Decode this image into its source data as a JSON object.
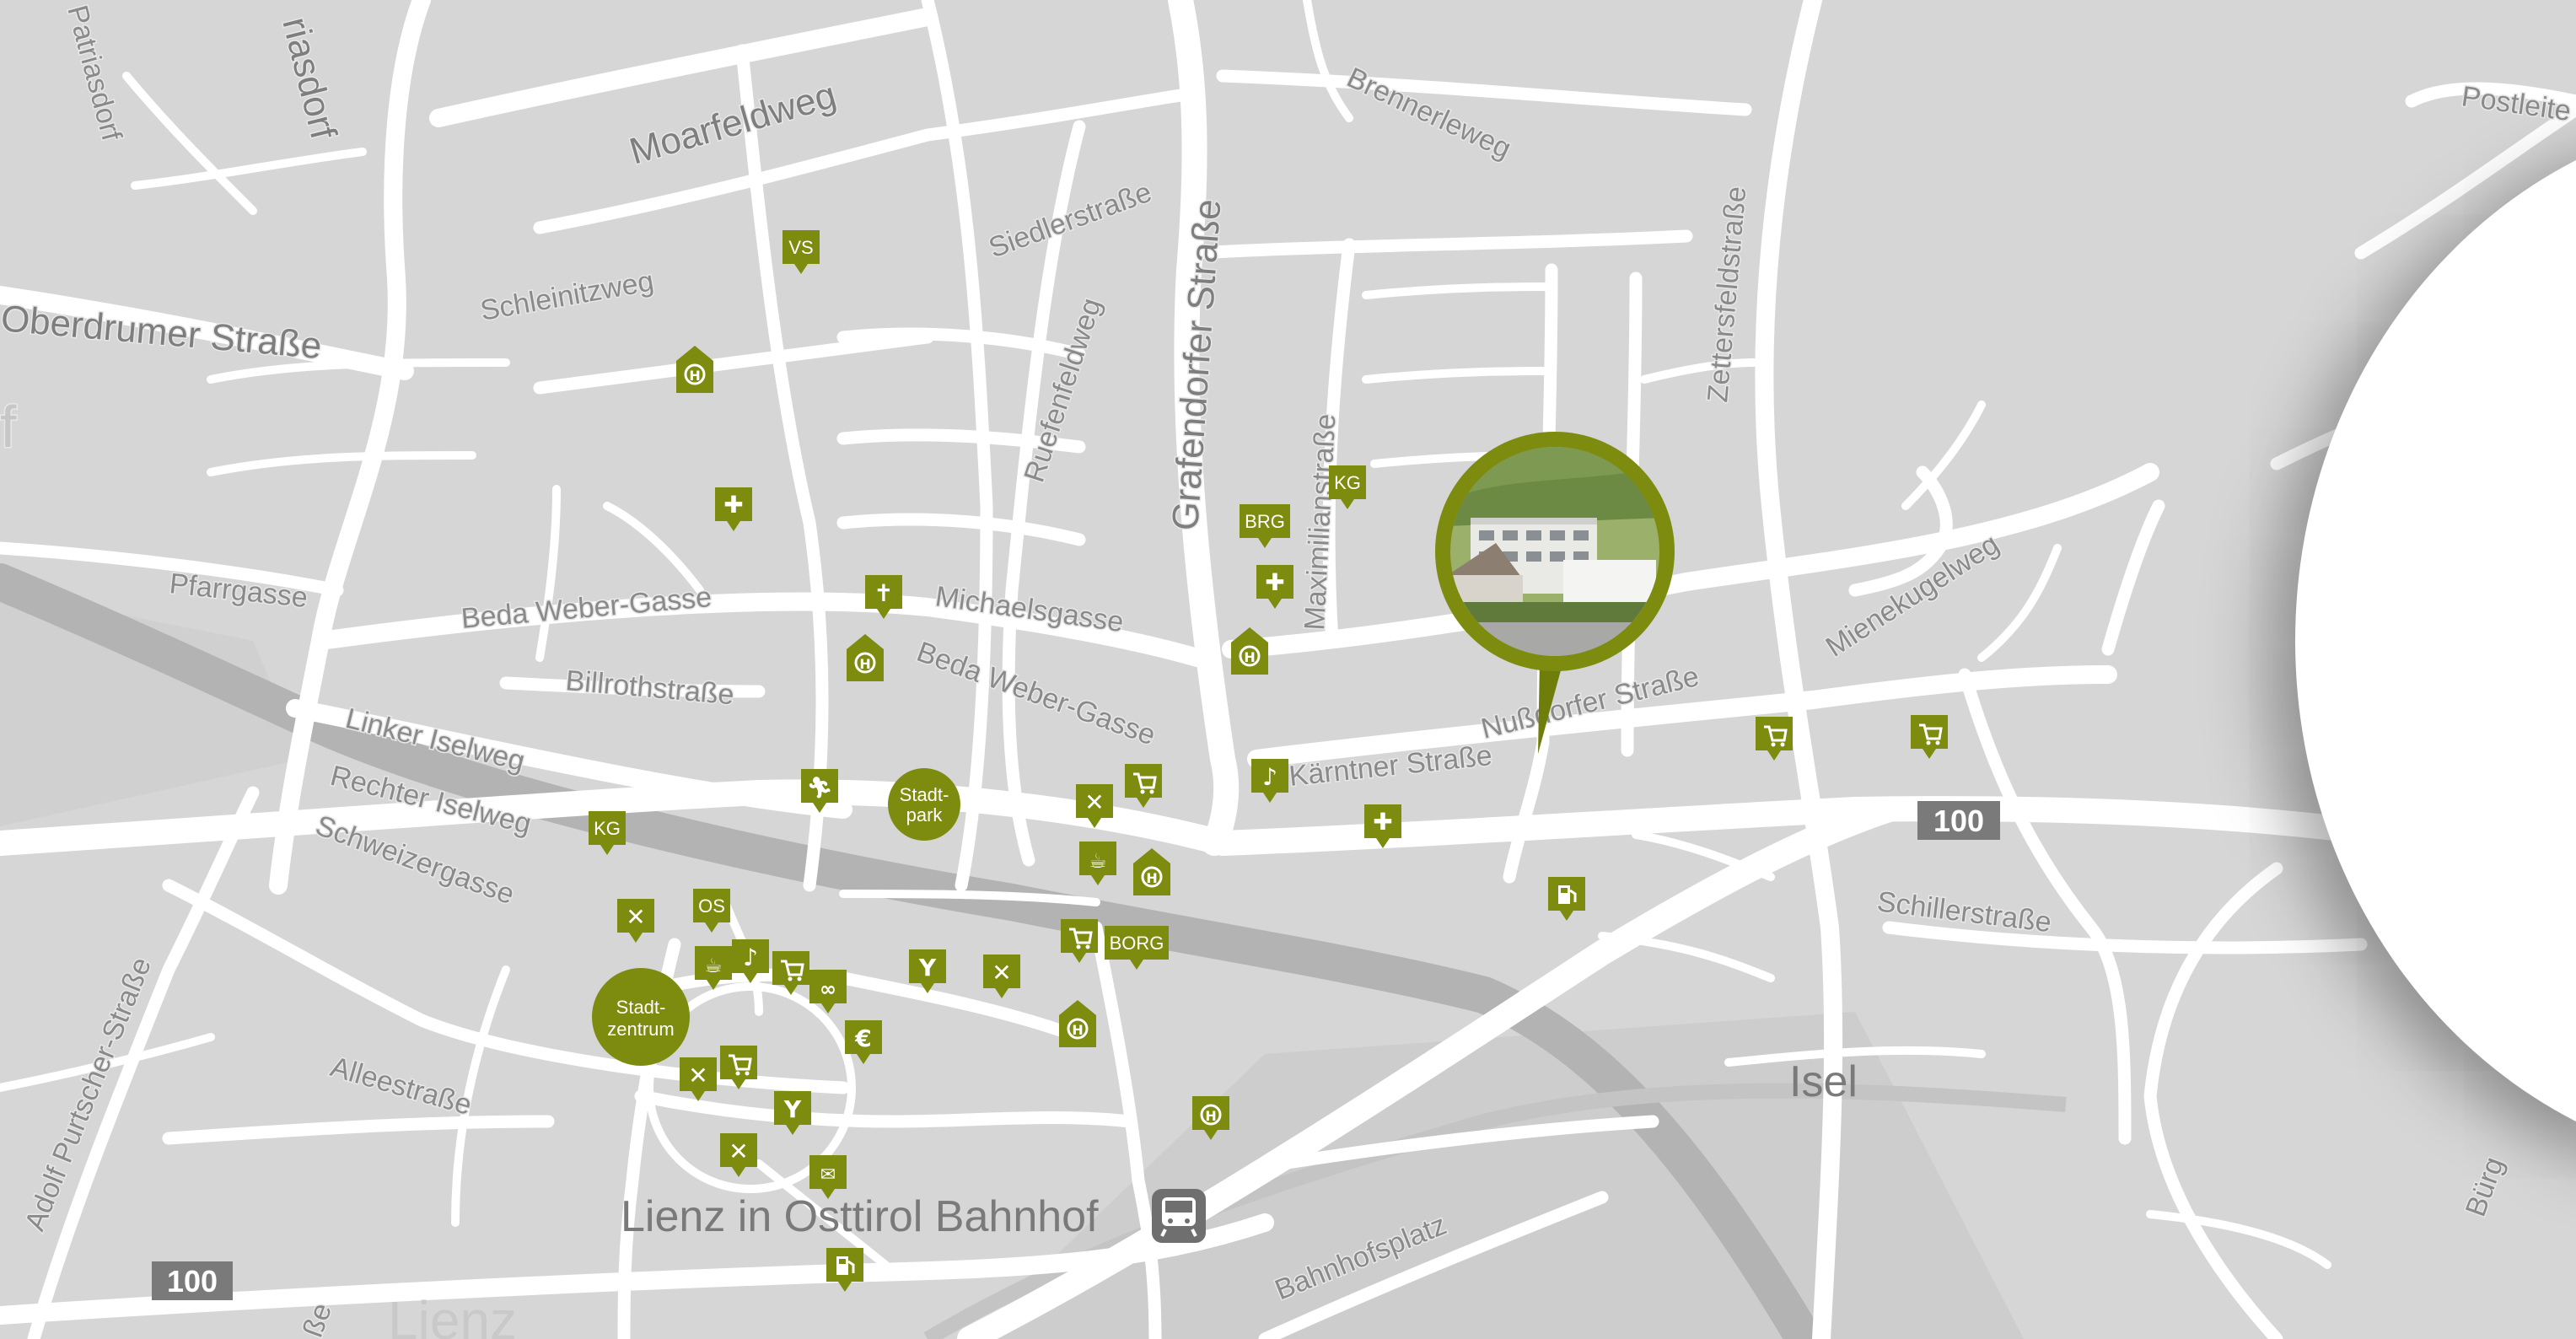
{
  "streets": {
    "moarfeldweg": "Moarfeldweg",
    "patriasdorf": "Patriasdorf",
    "riasdorf": "riasdorf",
    "brennerleweg": "Brennerleweg",
    "postleite": "Postleite",
    "schleinitzweg": "Schleinitzweg",
    "siedlerstrasse": "Siedlerstraße",
    "oberdrumer": "Oberdrumer Straße",
    "grafendorfer": "Grafendorfer Straße",
    "ruefenfeldweg": "Ruefenfeldweg",
    "maximilianstrasse": "Maximilianstraße",
    "zettersfeldstrasse": "Zettersfeldstraße",
    "pfarrgasse": "Pfarrgasse",
    "beda_weber_1": "Beda Weber-Gasse",
    "michaelsgasse": "Michaelsgasse",
    "beda_weber_2": "Beda Weber-Gasse",
    "billrothstrasse": "Billrothstraße",
    "linker_iselweg": "Linker Iselweg",
    "rechter_iselweg": "Rechter Iselweg",
    "schweizergasse": "Schweizergasse",
    "kaerntner": "Kärntner Straße",
    "nussdorfer": "Nußdorfer Straße",
    "mienekugelweg": "Mienekugelweg",
    "schillerstrasse": "Schillerstraße",
    "alleestrasse": "Alleestraße",
    "adolf_purtscher": "Adolf Purtscher-Straße",
    "bahnhofsplatz": "Bahnhofsplatz",
    "buerg": "Bürg",
    "sse": "ße",
    "f_fragment": "f"
  },
  "places": {
    "isel": "Isel",
    "lienz": "Lienz",
    "bahnhof": "Lienz in Osttirol Bahnhof"
  },
  "road_shields": {
    "b100_east": "100",
    "b100_west": "100"
  },
  "districts": {
    "stadtpark_line1": "Stadt-",
    "stadtpark_line2": "park",
    "stadtzentrum_line1": "Stadt-",
    "stadtzentrum_line2": "zentrum"
  },
  "poi_labels": {
    "vs": "VS",
    "kg_north": "KG",
    "brg": "BRG",
    "kg_west": "KG",
    "os": "OS",
    "borg": "BORG"
  },
  "colors": {
    "brand_green": "#7d8c0f",
    "map_bg": "#d6d6d6",
    "road": "#ffffff",
    "river": "#b3b3b3"
  },
  "icons": {
    "bus_stop": "H",
    "pharmacy": "✚",
    "church": "✝",
    "shopping": "cart",
    "restaurant": "✕",
    "cafe": "cup",
    "bank": "€",
    "bar": "cocktail",
    "fuel": "fuel-pump",
    "sport": "runner",
    "music": "music",
    "bakery": "pretzel",
    "train_station": "train"
  }
}
